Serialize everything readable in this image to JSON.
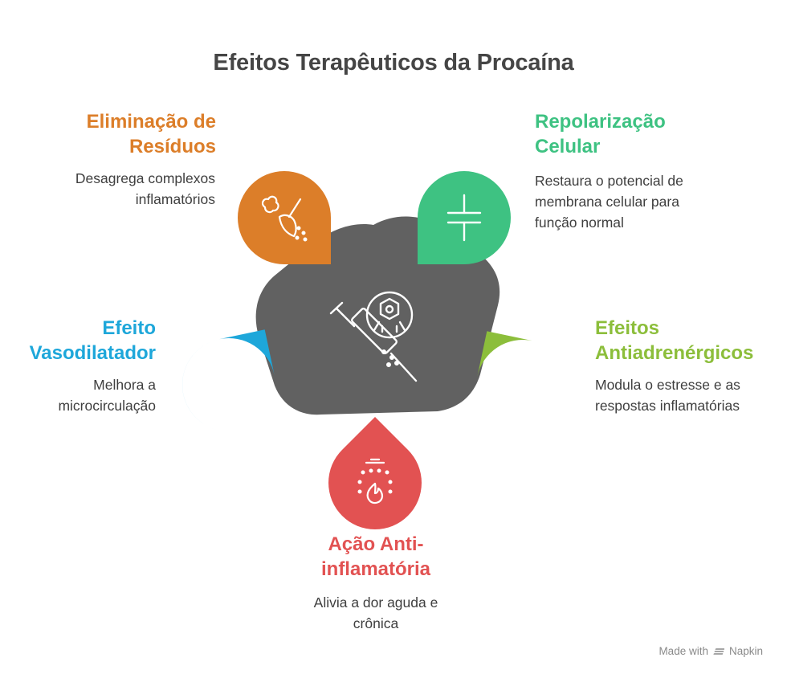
{
  "title": "Efeitos Terapêuticos da Procaína",
  "colors": {
    "center": "#616161",
    "residuos": "#DC7E29",
    "repolarizacao": "#3EC282",
    "vasodilatador": "#1EA7DA",
    "antiadrenergicos": "#8CBE3B",
    "antiinflamatoria": "#E25252"
  },
  "items": {
    "residuos": {
      "heading": [
        "Eliminação de",
        "Resíduos"
      ],
      "desc": [
        "Desagrega complexos",
        "inflamatórios"
      ],
      "icon": "broom-icon"
    },
    "repolarizacao": {
      "heading": [
        "Repolarização",
        "Celular"
      ],
      "desc": [
        "Restaura o potencial de",
        "membrana celular para",
        "função normal"
      ],
      "icon": "capacitor-icon"
    },
    "vasodilatador": {
      "heading": [
        "Efeito",
        "Vasodilatador"
      ],
      "desc": [
        "Melhora a",
        "microcirculação"
      ],
      "icon": "expand-arrows-icon"
    },
    "antiadrenergicos": {
      "heading": [
        "Efeitos",
        "Antiadrenérgicos"
      ],
      "desc": [
        "Modula o estresse e as",
        "respostas inflamatórias"
      ],
      "icon": "stressed-person-icon"
    },
    "antiinflamatoria": {
      "heading": [
        "Ação Anti-",
        "inflamatória"
      ],
      "desc": [
        "Alivia a dor aguda e",
        "crônica"
      ],
      "icon": "fire-extinguish-icon"
    }
  },
  "center_icon": "syringe-cell-icon",
  "footer": {
    "made_with": "Made with",
    "brand": "Napkin"
  }
}
